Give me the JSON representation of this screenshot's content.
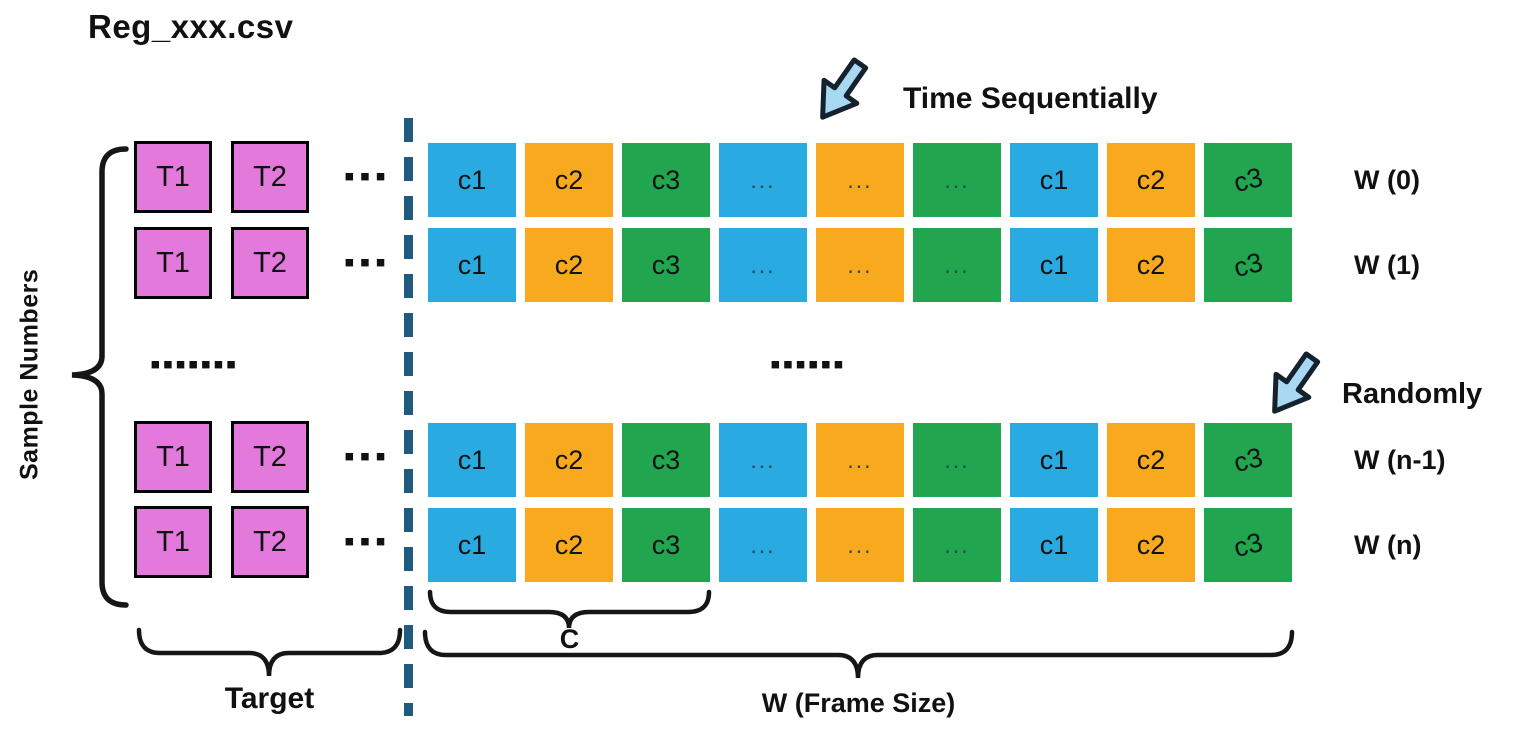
{
  "title": "Reg_xxx.csv",
  "sample_axis": {
    "label": "Sample Numbers"
  },
  "annotations": {
    "time_sequentially": "Time Sequentially",
    "randomly": "Randomly"
  },
  "target_block": {
    "cell_labels": [
      "T1",
      "T2"
    ],
    "row_dots": "▪▪▪",
    "group_separator_dots": "▪▪▪▪▪▪▪",
    "brace_label": "Target"
  },
  "frame_block": {
    "group_separator_dots": "▪▪▪▪▪▪",
    "c_brace_label": "C",
    "w_brace_label": "W (Frame Size)",
    "rows": [
      {
        "label": "W (0)",
        "cells": [
          "c1",
          "c2",
          "c3",
          "...",
          "...",
          "...",
          "c1",
          "c2",
          "c3"
        ]
      },
      {
        "label": "W (1)",
        "cells": [
          "c1",
          "c2",
          "c3",
          "...",
          "...",
          "...",
          "c1",
          "c2",
          "c3"
        ]
      },
      {
        "label": "W (n-1)",
        "cells": [
          "c1",
          "c2",
          "c3",
          "...",
          "...",
          "...",
          "c1",
          "c2",
          "c3"
        ]
      },
      {
        "label": "W (n)",
        "cells": [
          "c1",
          "c2",
          "c3",
          "...",
          "...",
          "...",
          "c1",
          "c2",
          "c3"
        ]
      }
    ]
  },
  "colors": {
    "cell_blue": "#29ABE2",
    "cell_orange": "#F8A91D",
    "cell_green": "#21A54E",
    "target_pink": "#E279DB",
    "dashed_line": "#1F5B7E",
    "arrow_fill": "#A9D9F2",
    "arrow_outline": "#15222E"
  }
}
